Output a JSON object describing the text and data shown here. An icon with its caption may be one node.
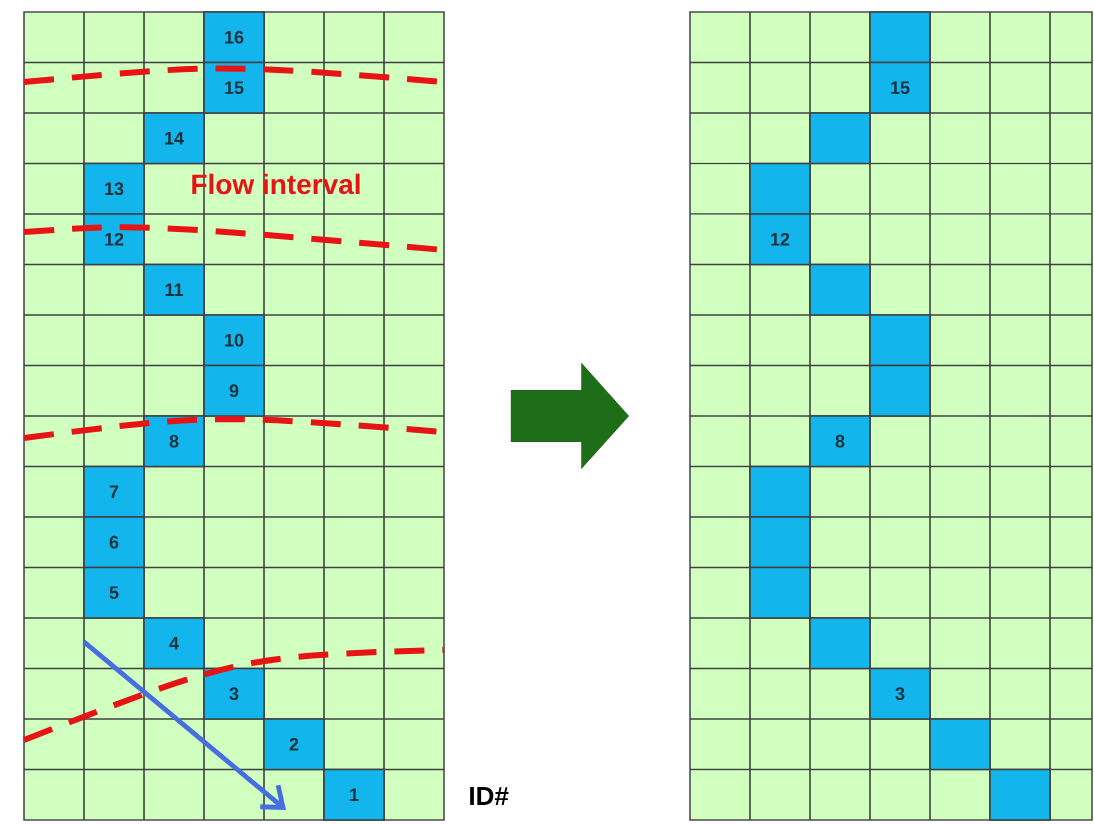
{
  "diagram": {
    "nodes": [
      {
        "text": [],
        "shape": "box"
      },
      {
        "text": [
          "16"
        ],
        "in": 0
      },
      {
        "text": [
          "15"
        ],
        "in": 0
      },
      {
        "text": [
          "14"
        ],
        "in": 0
      },
      {
        "text": [
          "13"
        ],
        "in": 0
      },
      {
        "text": [
          "12"
        ],
        "in": 0
      },
      {
        "text": [
          "11"
        ],
        "in": 0
      },
      {
        "text": [
          "10"
        ],
        "in": 0
      },
      {
        "text": [
          "9"
        ],
        "in": 0
      },
      {
        "text": [
          "8"
        ],
        "in": 0
      },
      {
        "text": [
          "7"
        ],
        "in": 0
      },
      {
        "text": [
          "6"
        ],
        "in": 0
      },
      {
        "text": [
          "5"
        ],
        "in": 0
      },
      {
        "text": [
          "4"
        ],
        "in": 0
      },
      {
        "text": [
          "3"
        ],
        "in": 0
      },
      {
        "text": [
          "2"
        ],
        "in": 0
      },
      {
        "text": [
          "1"
        ],
        "in": 0
      },
      {
        "text": [],
        "shape": "box"
      },
      {
        "text": [],
        "shape": "box",
        "in": 17
      },
      {
        "text": [
          "15"
        ],
        "in": 17
      },
      {
        "text": [],
        "shape": "box",
        "in": 17
      },
      {
        "text": [],
        "shape": "box",
        "in": 17
      },
      {
        "text": [
          "12"
        ],
        "in": 17
      },
      {
        "text": [],
        "shape": "box",
        "in": 17
      },
      {
        "text": [],
        "shape": "box",
        "in": 17
      },
      {
        "text": [],
        "shape": "box",
        "in": 17
      },
      {
        "text": [
          "8"
        ],
        "in": 17
      },
      {
        "text": [],
        "shape": "box",
        "in": 17
      },
      {
        "text": [],
        "shape": "box",
        "in": 17
      },
      {
        "text": [],
        "shape": "box",
        "in": 17
      },
      {
        "text": [],
        "shape": "box",
        "in": 17
      },
      {
        "text": [
          "3"
        ],
        "in": 17
      },
      {
        "text": [],
        "shape": "box",
        "in": 17
      },
      {
        "text": [],
        "shape": "box",
        "in": 17
      }
    ],
    "edges": [
      {
        "from": 0,
        "to": 17,
        "arrow": "to"
      }
    ],
    "labels": [
      "Flow interval",
      "ID#"
    ]
  }
}
